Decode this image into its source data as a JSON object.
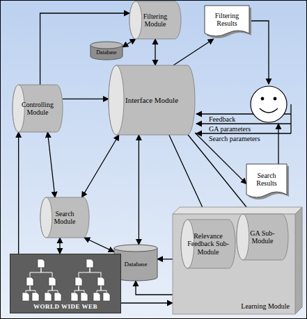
{
  "diagram": {
    "nodes": [
      {
        "text": [
          "Filtering Module"
        ]
      },
      {
        "text": [
          "Filtering Results"
        ]
      },
      {
        "text": [
          "Database"
        ]
      },
      {
        "text": [
          "Interface Module"
        ]
      },
      {
        "text": [
          "Controlling Module"
        ]
      },
      {
        "text": [
          "Search Module"
        ]
      },
      {
        "text": [
          "Search Results"
        ]
      },
      {
        "text": [
          "Database"
        ]
      },
      {
        "text": [
          "WORLD WIDE WEB"
        ]
      },
      {
        "text": [
          "Learning Module"
        ]
      },
      {
        "text": [
          "Relevance Feedback Sub-Module"
        ],
        "in": 9
      },
      {
        "text": [
          "GA Sub-Module"
        ],
        "in": 9
      }
    ],
    "edges": [
      {
        "from": 4,
        "to": 0,
        "arrow": "to"
      },
      {
        "from": 2,
        "to": 0,
        "arrow": "both"
      },
      {
        "from": 0,
        "to": 3,
        "arrow": "both"
      },
      {
        "from": 3,
        "to": 1,
        "arrow": "to"
      },
      {
        "from": 4,
        "to": 3,
        "arrow": "to"
      },
      {
        "from": 4,
        "to": 5,
        "arrow": "both"
      },
      {
        "from": 3,
        "to": 5,
        "arrow": "both"
      },
      {
        "from": 3,
        "to": 6,
        "arrow": "to"
      },
      {
        "from": 3,
        "to": 7,
        "arrow": "both"
      },
      {
        "from": 3,
        "to": 10,
        "arrow": "to"
      },
      {
        "from": 3,
        "to": 11,
        "arrow": "to"
      },
      {
        "from": 5,
        "to": 8,
        "arrow": "both"
      },
      {
        "from": 5,
        "to": 7,
        "arrow": "both"
      },
      {
        "from": 7,
        "to": 10,
        "arrow": "both"
      },
      {
        "from": 7,
        "to": 11,
        "arrow": "both"
      },
      {
        "from": 4,
        "to": 9,
        "arrow": "both"
      }
    ],
    "labels": [
      "Feedback",
      "GA parameters",
      "Search parameters"
    ]
  }
}
